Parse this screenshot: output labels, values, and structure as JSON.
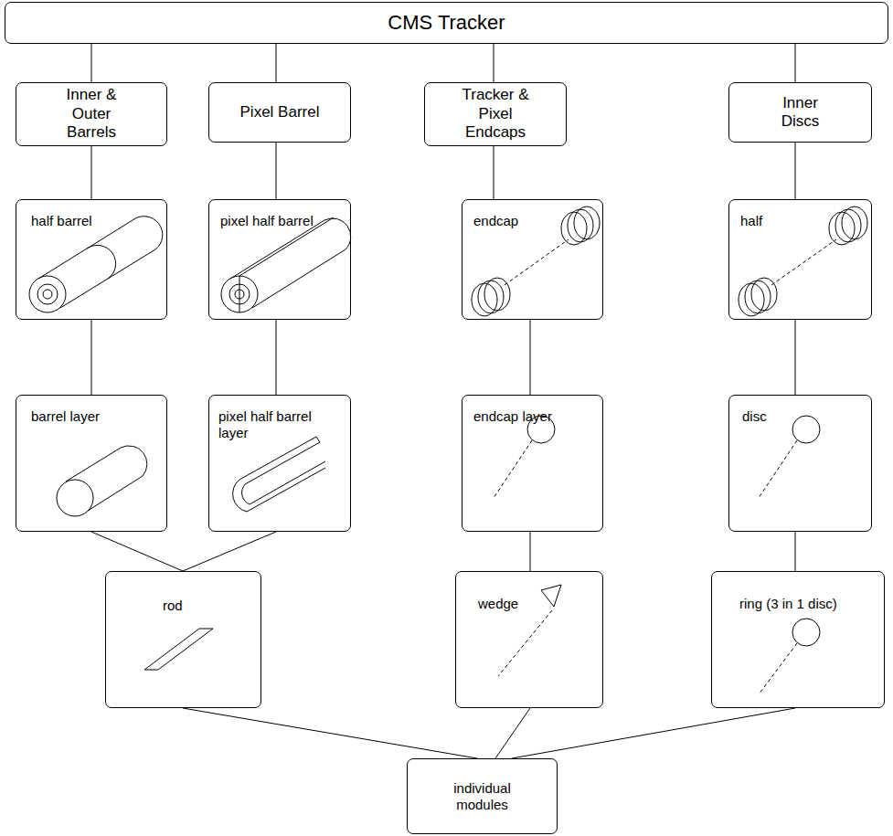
{
  "diagram": {
    "nodes": [
      {
        "text": [
          "CMS Tracker"
        ]
      },
      {
        "text": [
          "Inner & Outer Barrels"
        ]
      },
      {
        "text": [
          "Pixel Barrel"
        ]
      },
      {
        "text": [
          "Tracker & Pixel Endcaps"
        ]
      },
      {
        "text": [
          "Inner Discs"
        ]
      },
      {
        "text": [
          "half barrel"
        ]
      },
      {
        "text": [
          "pixel half barrel"
        ]
      },
      {
        "text": [
          "endcap"
        ]
      },
      {
        "text": [
          "half"
        ]
      },
      {
        "text": [
          "barrel layer"
        ]
      },
      {
        "text": [
          "pixel half barrel layer"
        ]
      },
      {
        "text": [
          "endcap layer"
        ]
      },
      {
        "text": [
          "disc"
        ]
      },
      {
        "text": [
          "rod"
        ]
      },
      {
        "text": [
          "wedge"
        ]
      },
      {
        "text": [
          "ring (3 in 1 disc)"
        ]
      },
      {
        "text": [
          "individual modules"
        ]
      }
    ],
    "edges": [
      {
        "from": 0,
        "to": 1,
        "arrow": "none"
      },
      {
        "from": 0,
        "to": 2,
        "arrow": "none"
      },
      {
        "from": 0,
        "to": 3,
        "arrow": "none"
      },
      {
        "from": 0,
        "to": 4,
        "arrow": "none"
      },
      {
        "from": 1,
        "to": 5,
        "arrow": "none"
      },
      {
        "from": 2,
        "to": 6,
        "arrow": "none"
      },
      {
        "from": 3,
        "to": 7,
        "arrow": "none"
      },
      {
        "from": 4,
        "to": 8,
        "arrow": "none"
      },
      {
        "from": 5,
        "to": 9,
        "arrow": "none"
      },
      {
        "from": 6,
        "to": 10,
        "arrow": "none"
      },
      {
        "from": 7,
        "to": 11,
        "arrow": "none"
      },
      {
        "from": 8,
        "to": 12,
        "arrow": "none"
      },
      {
        "from": 9,
        "to": 13,
        "arrow": "none"
      },
      {
        "from": 10,
        "to": 13,
        "arrow": "none"
      },
      {
        "from": 11,
        "to": 14,
        "arrow": "none"
      },
      {
        "from": 12,
        "to": 15,
        "arrow": "none"
      },
      {
        "from": 13,
        "to": 16,
        "arrow": "none"
      },
      {
        "from": 14,
        "to": 16,
        "arrow": "none"
      },
      {
        "from": 15,
        "to": 16,
        "arrow": "none"
      }
    ]
  }
}
